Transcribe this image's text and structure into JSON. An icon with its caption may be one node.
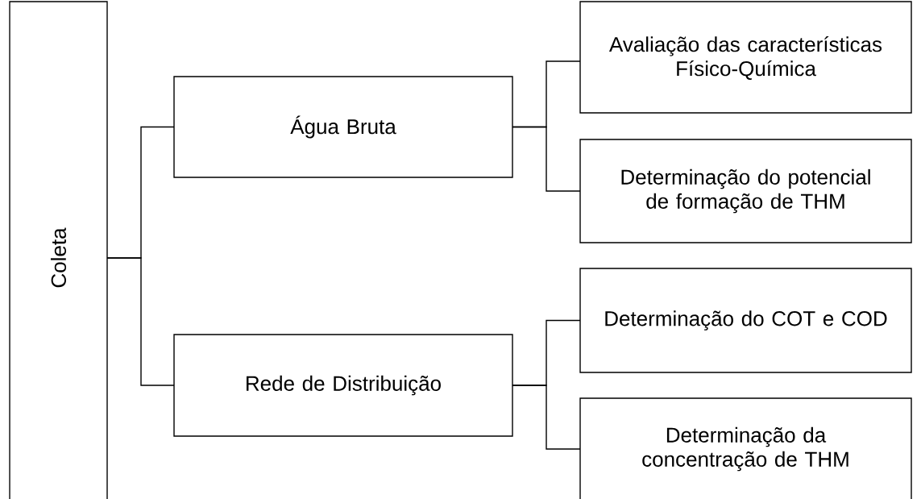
{
  "diagram": {
    "nodes": [
      {
        "text": [
          "Coleta"
        ]
      },
      {
        "text": [
          "Água Bruta"
        ]
      },
      {
        "text": [
          "Rede de Distribuição"
        ]
      },
      {
        "text": [
          "Avaliação das características Físico-Química"
        ]
      },
      {
        "text": [
          "Determinação do potencial de formação de THM"
        ]
      },
      {
        "text": [
          "Determinação do COT e COD"
        ]
      },
      {
        "text": [
          "Determinação da concentração de THM"
        ]
      }
    ],
    "edges": [
      {
        "from": 0,
        "to": 1,
        "arrow": "none"
      },
      {
        "from": 0,
        "to": 2,
        "arrow": "none"
      },
      {
        "from": 1,
        "to": 3,
        "arrow": "none"
      },
      {
        "from": 1,
        "to": 4,
        "arrow": "none"
      },
      {
        "from": 2,
        "to": 5,
        "arrow": "none"
      },
      {
        "from": 2,
        "to": 6,
        "arrow": "none"
      }
    ]
  }
}
